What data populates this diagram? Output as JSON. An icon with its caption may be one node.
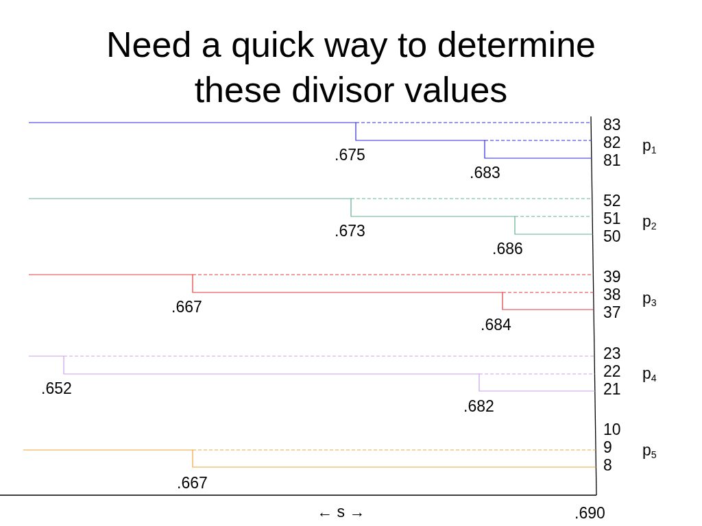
{
  "diagram": {
    "title": "Need a quick way to determine these divisor values",
    "labels": [
      "83",
      "82",
      "p$_{1}$",
      ".675",
      "81",
      ".683",
      "52",
      "51",
      "p$_{2}$",
      ".673",
      "50",
      ".686",
      "39",
      "38",
      "p$_{3}$",
      ".667",
      "37",
      ".684",
      "23",
      "22",
      "p$_{4}$",
      ".652",
      "21",
      ".682",
      "10",
      "9",
      "p$_{5}$",
      "8",
      ".667",
      "← s →",
      ".690"
    ]
  }
}
